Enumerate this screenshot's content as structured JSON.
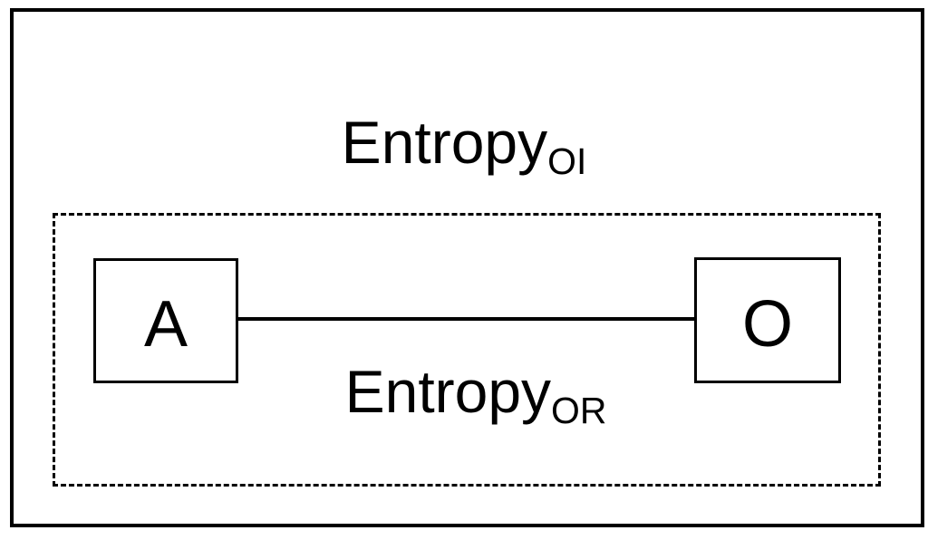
{
  "diagram": {
    "outer_label": {
      "base": "Entropy",
      "subscript": "OI"
    },
    "inner_label": {
      "base": "Entropy",
      "subscript": "OR"
    },
    "node_left": {
      "label": "A"
    },
    "node_right": {
      "label": "O"
    },
    "colors": {
      "line": "#000000",
      "background": "#ffffff"
    }
  }
}
